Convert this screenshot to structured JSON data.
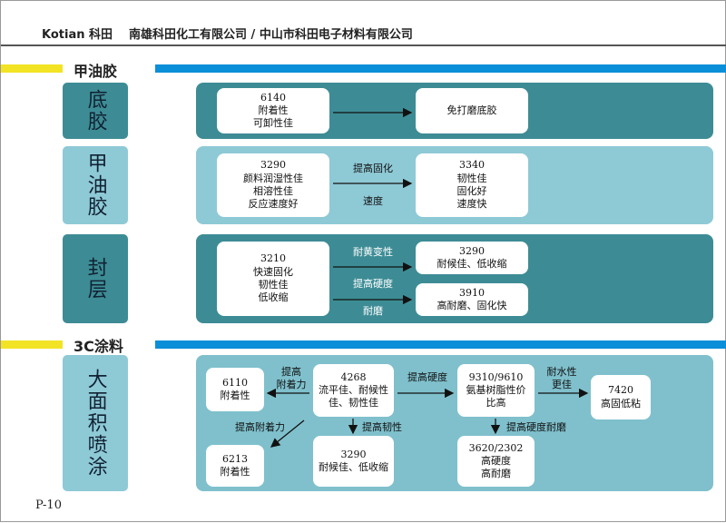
{
  "header": {
    "brand": "Kotian 科田",
    "company": "南雄科田化工有限公司 / 中山市科田电子材料有限公司"
  },
  "sections": [
    "甲油胶",
    "3C涂料"
  ],
  "rows": [
    {
      "label": "底胶",
      "boxes": [
        [
          "6140",
          "附着性",
          "可卸性佳"
        ],
        [
          "免打磨底胶"
        ]
      ]
    },
    {
      "label": "甲油胶",
      "boxes": [
        [
          "3290",
          "颜料润湿性佳",
          "相溶性佳",
          "反应速度好"
        ],
        [
          "3340",
          "韧性佳",
          "固化好",
          "速度快"
        ]
      ],
      "arrow_top": "提高固化",
      "arrow_bottom": "速度"
    },
    {
      "label": "封层",
      "boxes": [
        [
          "3210",
          "快速固化",
          "韧性佳",
          "低收缩"
        ],
        [
          "3290",
          "耐候佳、低收缩"
        ],
        [
          "3910",
          "高耐磨、固化快"
        ]
      ],
      "arrows": [
        "耐黄变性",
        "提高硬度",
        "耐磨"
      ]
    },
    {
      "label": "大面积喷涂",
      "boxes": [
        [
          "6110",
          "附着性"
        ],
        [
          "4268",
          "流平佳、耐候性",
          "佳、韧性佳"
        ],
        [
          "9310/9610",
          "氨基树脂性价",
          "比高"
        ],
        [
          "7420",
          "高固低粘"
        ],
        [
          "6213",
          "附着性"
        ],
        [
          "3290",
          "耐候佳、低收缩"
        ],
        [
          "3620/2302",
          "高硬度",
          "高耐磨"
        ]
      ],
      "arrows": [
        "提高\n附着力",
        "提高硬度",
        "耐水性\n更佳",
        "提高附着力",
        "提高韧性",
        "提高硬度耐磨"
      ]
    }
  ],
  "page": "P-10",
  "colors": {
    "dark": "#3d8c95",
    "light": "#8ec9d6",
    "yellow": "#f2e324",
    "blue": "#0a8fd8"
  }
}
